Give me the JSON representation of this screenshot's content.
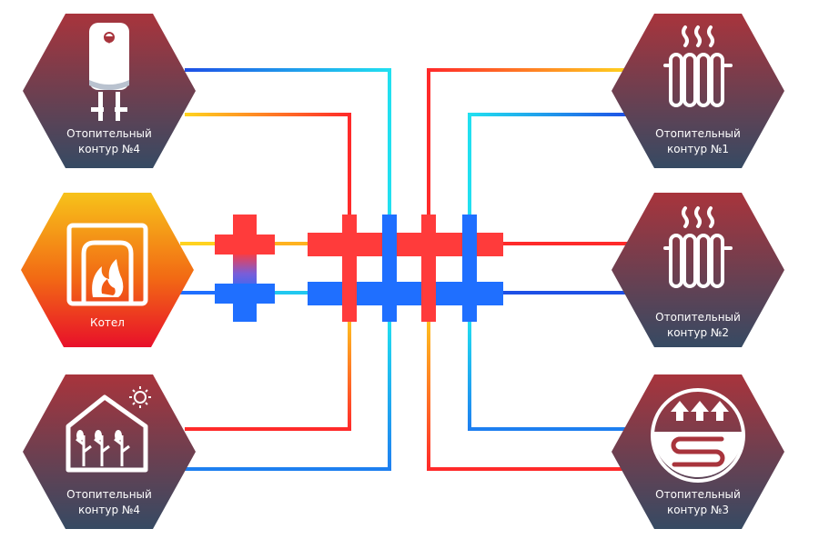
{
  "nodes": {
    "top_left": {
      "line1": "Отопительный",
      "line2": "контур  №4"
    },
    "boiler": {
      "label": "Котел"
    },
    "bottom_left": {
      "line1": "Отопительный",
      "line2": "контур  №4"
    },
    "right_1": {
      "line1": "Отопительный",
      "line2": "контур  №1"
    },
    "right_2": {
      "line1": "Отопительный",
      "line2": "контур  №2"
    },
    "right_3": {
      "line1": "Отопительный",
      "line2": "контур  №3"
    }
  },
  "icons": {
    "top_left": "water-heater-icon",
    "boiler": "boiler-flame-icon",
    "bottom_left": "greenhouse-icon",
    "right_1": "radiator-icon",
    "right_2": "radiator-icon",
    "right_3": "underfloor-heating-icon"
  },
  "colors": {
    "hot": "#ff3b3b",
    "cold": "#1f6fff",
    "hex_top": "#a8343c",
    "hex_bottom": "#364a63",
    "boiler_top": "#f7c21a",
    "boiler_bottom": "#e8102a"
  }
}
